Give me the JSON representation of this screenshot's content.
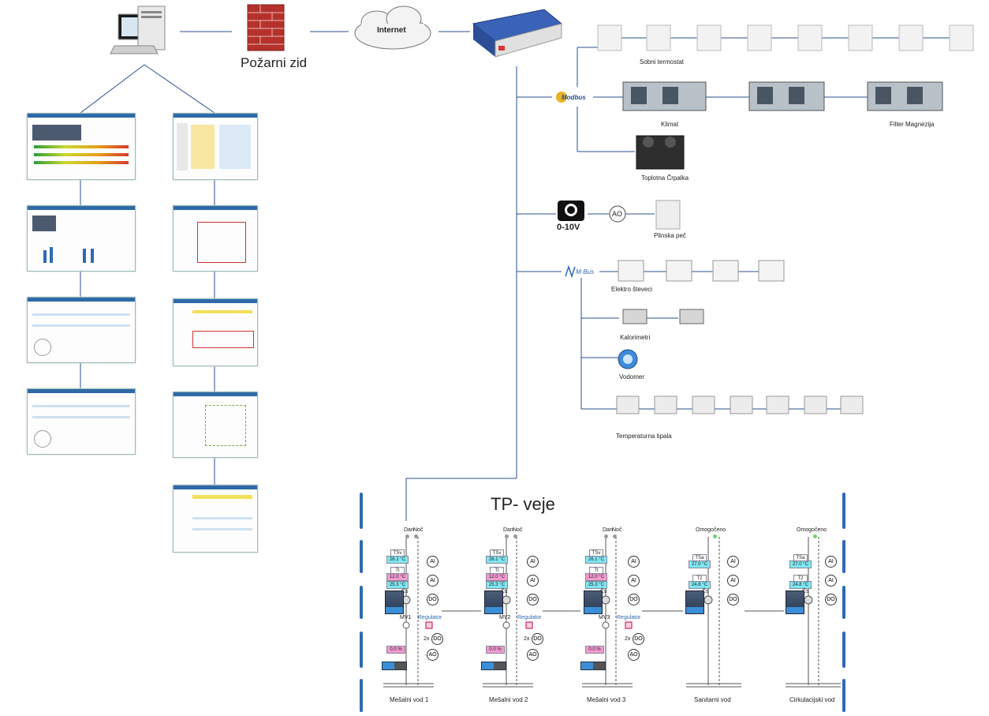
{
  "network": {
    "firewall_label": "Požarni zid",
    "internet_label": "Internet"
  },
  "field_devices": {
    "room_thermostat_label": "Sobni termostat",
    "modbus_label": "Modbus",
    "climate_label": "Klimat",
    "filter_label": "Filter Magnezija",
    "heat_pump_label": "Toplotna Črpalka",
    "analog_label": "0-10V",
    "ao_label": "AO",
    "gas_boiler_label": "Plinska peč",
    "mbus_label": "M-Bus",
    "electric_meters_label": "Elektro števeci",
    "calorimeters_label": "Kalorimetri",
    "water_meter_label": "Vodomer",
    "temp_sensors_label": "Temperaturna tipala"
  },
  "tp_panel": {
    "title": "TP- veje",
    "circuits": [
      {
        "name": "Mešalni vod 1",
        "mode_a": "Dan",
        "mode_b": "Noč",
        "setpoint_tag": "TSv",
        "setpoint": "26.1 °C",
        "t_tag": "Tt",
        "t_set": "12.0 °C",
        "t_act": "25.3 °C",
        "pump_tag": "Čs",
        "valve_tag": "MV1",
        "regulator": "Regulator",
        "valve_pos": "0.0 %",
        "io": [
          "AI",
          "AI",
          "DO",
          "2x",
          "DO",
          "AO"
        ]
      },
      {
        "name": "Mešalni vod 2",
        "mode_a": "Dan",
        "mode_b": "Noč",
        "setpoint_tag": "TSv",
        "setpoint": "26.1 °C",
        "t_tag": "Tt",
        "t_set": "12.0 °C",
        "t_act": "25.3 °C",
        "pump_tag": "Čs",
        "valve_tag": "MV2",
        "regulator": "Regulator",
        "valve_pos": "0.0 %",
        "io": [
          "AI",
          "AI",
          "DO",
          "2x",
          "DO",
          "AO"
        ]
      },
      {
        "name": "Mešalni vod 3",
        "mode_a": "Dan",
        "mode_b": "Noč",
        "setpoint_tag": "TSv",
        "setpoint": "26.1 °C",
        "t_tag": "Tt",
        "t_set": "12.0 °C",
        "t_act": "25.3 °C",
        "pump_tag": "Čs",
        "valve_tag": "MV3",
        "regulator": "Regulator",
        "valve_pos": "0.0 %",
        "io": [
          "AI",
          "AI",
          "DO",
          "2x",
          "DO",
          "AO"
        ]
      },
      {
        "name": "Sanitarni vod",
        "status": "Omogočeno",
        "setpoint_tag": "TSa",
        "setpoint": "27.0 °C",
        "t_tag": "T2",
        "t_act": "24.8 °C",
        "pump_tag": "Čs",
        "io": [
          "AI",
          "AI",
          "DO"
        ]
      },
      {
        "name": "Cirkulacijski vod",
        "status": "Omogočeno",
        "setpoint_tag": "TSa",
        "setpoint": "27.0 °C",
        "t_tag": "T2",
        "t_act": "24.8 °C",
        "pump_tag": "Čs",
        "io": [
          "AI",
          "AI",
          "DO"
        ]
      }
    ]
  },
  "colors": {
    "line": "#2a4f8f",
    "accent_blue": "#2f6ab4",
    "setpoint_cyan": "#7fe7f2",
    "value_pink": "#f39ad0"
  }
}
